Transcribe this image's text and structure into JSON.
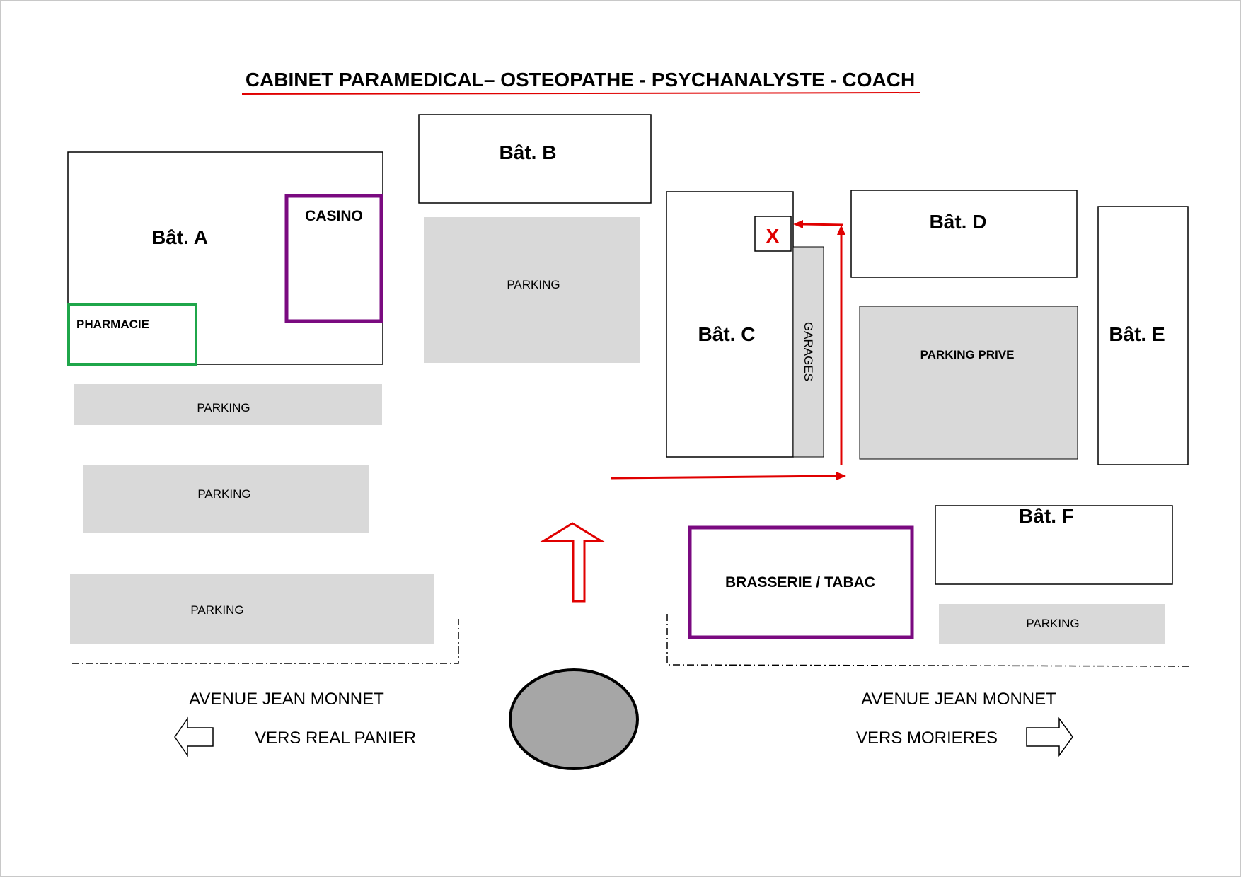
{
  "title": "CABINET PARAMEDICAL– OSTEOPATHE -  PSYCHANALYSTE - COACH",
  "buildings": {
    "a": "Bât. A",
    "b": "Bât. B",
    "c": "Bât. C",
    "d": "Bât. D",
    "e": "Bât. E",
    "f": "Bât. F"
  },
  "shops": {
    "casino": "CASINO",
    "pharmacie": "PHARMACIE",
    "brasserie": "BRASSERIE / TABAC",
    "garages": "GARAGES"
  },
  "parking": {
    "label": "PARKING",
    "prive": "PARKING PRIVE"
  },
  "marker": "X",
  "roads": {
    "left_name": "AVENUE JEAN MONNET",
    "left_direction": "VERS REAL PANIER",
    "right_name": "AVENUE JEAN MONNET",
    "right_direction": "VERS MORIERES"
  },
  "colors": {
    "route": "#e00000",
    "title_underline": "#e00000",
    "casino_border": "#7a0a80",
    "brasserie_border": "#7a0a80",
    "pharmacie_border": "#1fa64a",
    "parking_fill": "#d9d9d9",
    "roundabout_fill": "#a6a6a6"
  }
}
